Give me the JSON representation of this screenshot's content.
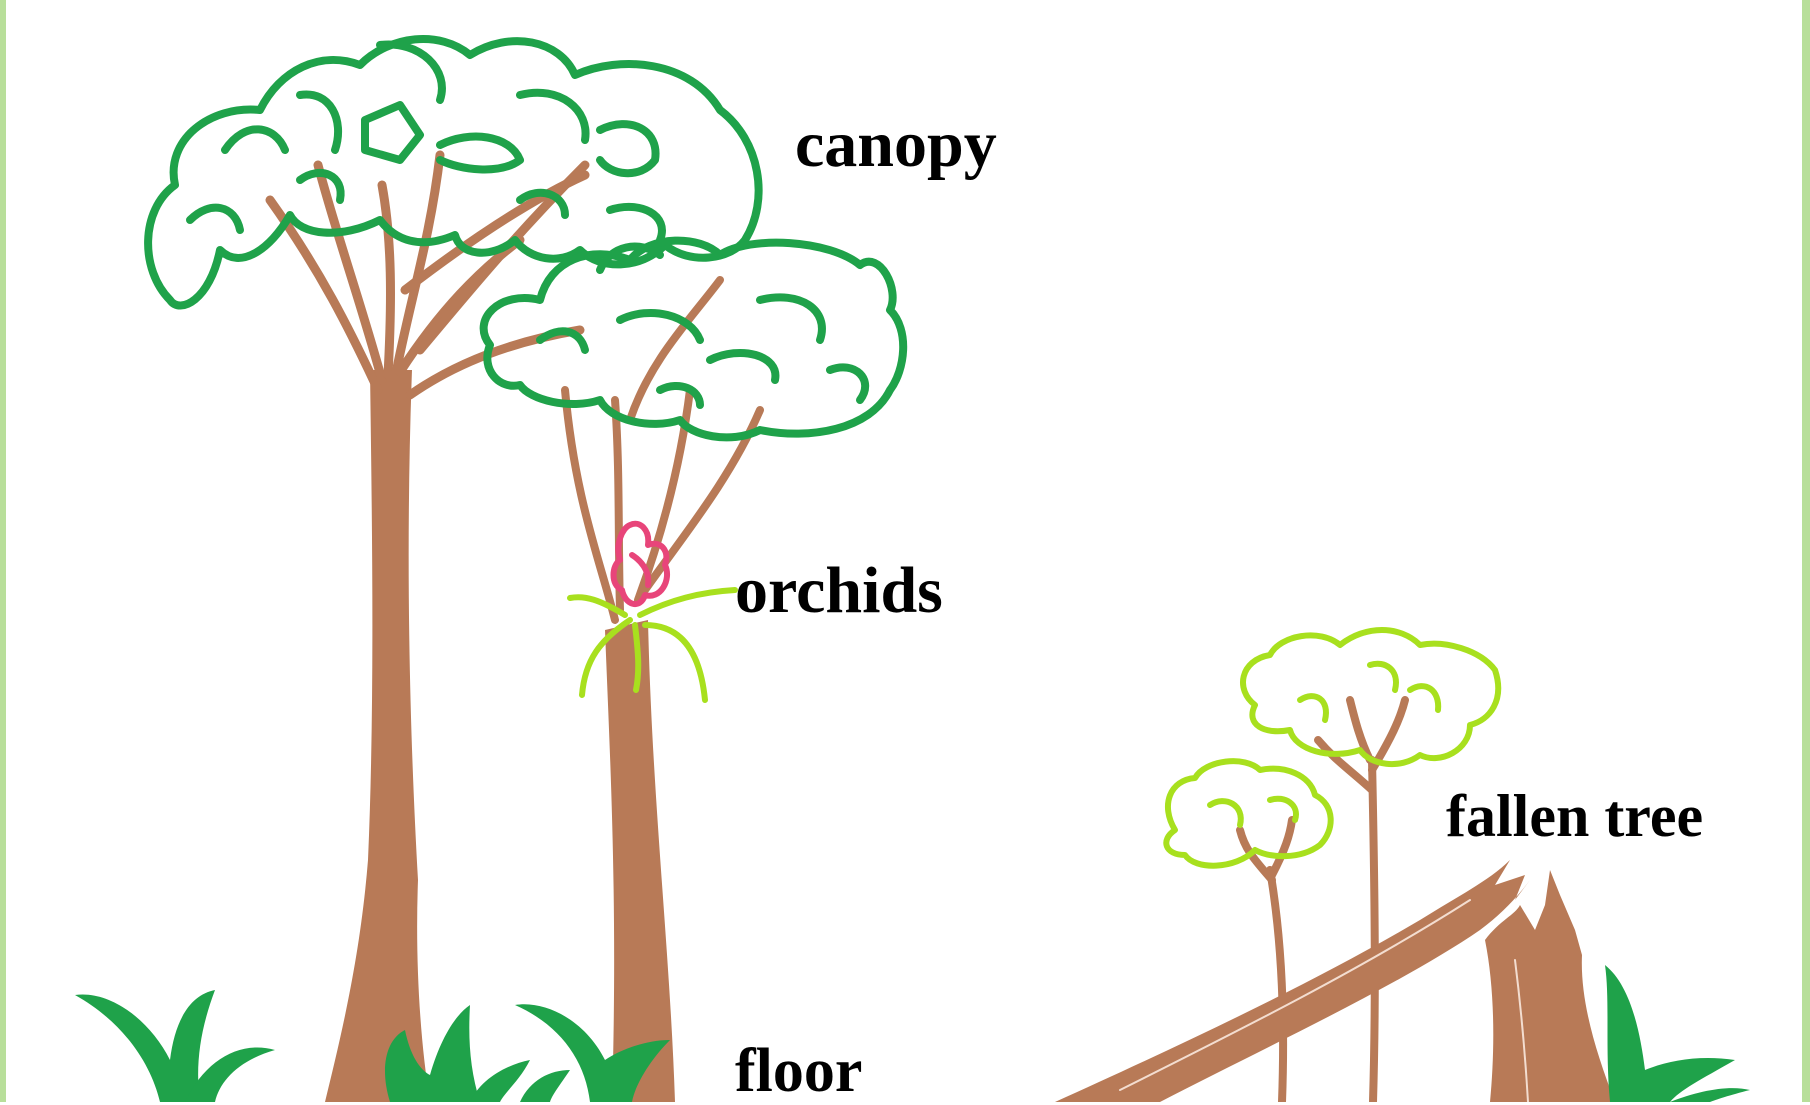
{
  "labels": {
    "canopy": "canopy",
    "orchids": "orchids",
    "fallen_tree": "fallen tree",
    "floor": "floor"
  },
  "colors": {
    "canopy_green": "#1fa24a",
    "light_green": "#a8e01e",
    "trunk_brown": "#b87a57",
    "orchid_pink": "#e8457a",
    "frame_green": "#b8df9a"
  }
}
